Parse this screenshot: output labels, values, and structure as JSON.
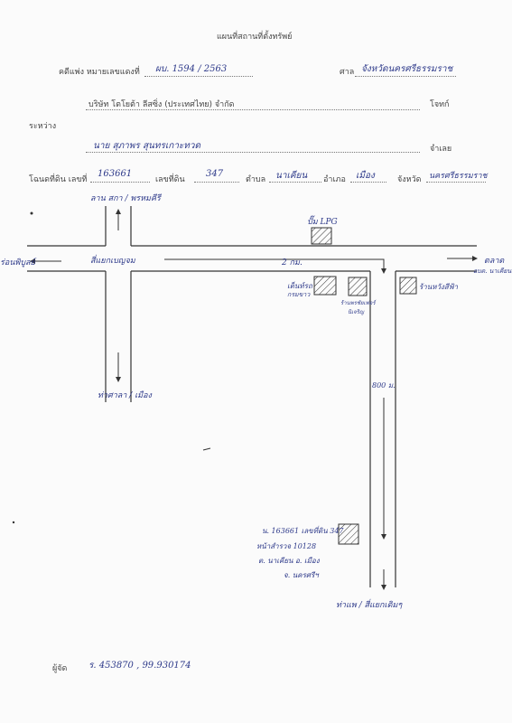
{
  "title": "แผนที่สถานที่ตั้งทรัพย์",
  "form": {
    "case_label": "คดีแพ่ง หมายเลขแดงที่",
    "case_value": "ผบ. 1594 / 2563",
    "court_label": "ศาล",
    "court_value": "จังหวัดนครศรีธรรมราช",
    "plaintiff_value": "บริษัท โตโยต้า ลีสซิ่ง (ประเทศไทย) จำกัด",
    "plaintiff_label": "โจทก์",
    "between_label": "ระหว่าง",
    "defendant_value": "นาย สุภาพร สุนทรเกาะทวด",
    "defendant_label": "จำเลย",
    "deed_label": "โฉนดที่ดิน เลขที่",
    "deed_value": "163661",
    "land_no_label": "เลขที่ดิน",
    "land_no_value": "347",
    "subdistrict_label": "ตำบล",
    "subdistrict_value": "นาเคียน",
    "district_label": "อำเภอ",
    "district_value": "เมือง",
    "province_label": "จังหวัด",
    "province_value": "นครศรีธรรมราช"
  },
  "map": {
    "north_dir": "ลาน สกา / พรหมคีรี",
    "south_dir": "ท่าศาลา / เมือง",
    "junction": "สี่แยกเบญจม",
    "west_dir": "ร่อนพิบูลย์",
    "east_dir": "ตลาด",
    "east_sub": "อบต. นาเคียน",
    "distance_2km": "2 กม.",
    "distance_800": "800 ม.",
    "gas_station": "ปั๊ม LPG",
    "shop_1a": "เต็นท์รถ",
    "shop_1b": "กรมขาว",
    "shop_2a": "ร้านพรชัยเฟอร์",
    "shop_2b": "นิเจริญ",
    "shop_3": "ร้านหวังสีฟ้า",
    "property_line1": "น. 163661 เลขที่ดิน 347",
    "property_line2": "หน้าสำรวจ 10128",
    "property_line3": "ต. นาเคียน อ. เมือง",
    "property_line4": "จ. นครศรีฯ",
    "bottom_dir": "ท่าแพ / สี่แยกเดิมๆ"
  },
  "footer": {
    "label": "ผู้จัด",
    "value": "ร. 453870 , 99.930174"
  },
  "colors": {
    "ink_blue": "#2e3a8a",
    "print_gray": "#444444"
  }
}
